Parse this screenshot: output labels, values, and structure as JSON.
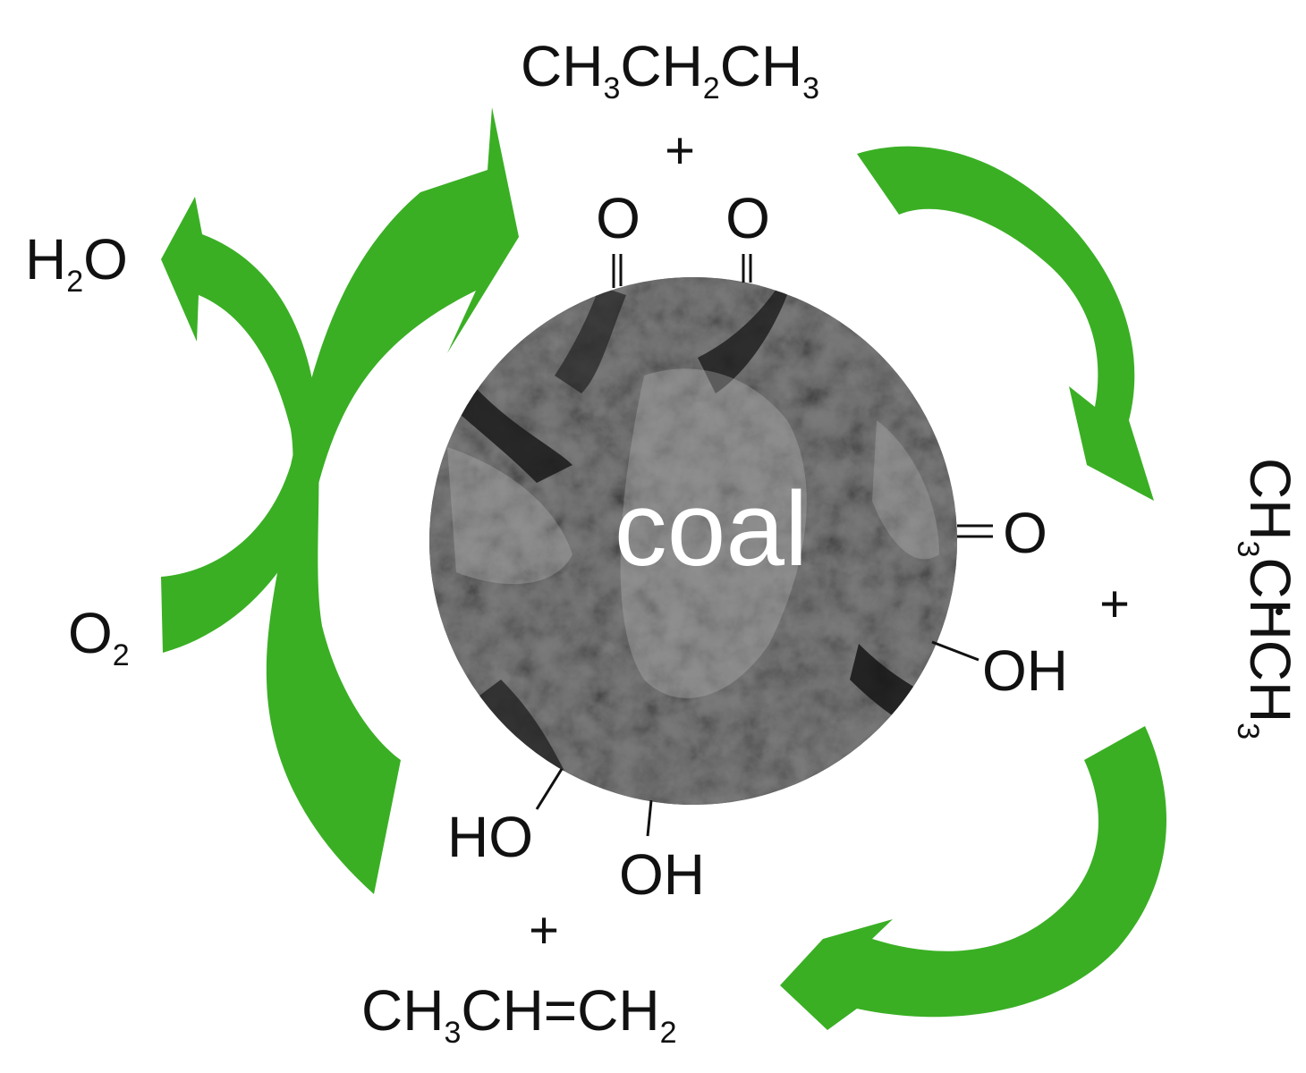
{
  "colors": {
    "arrow": "#3aaf24",
    "text": "#111111",
    "coal_label": "#ffffff",
    "background": "#ffffff"
  },
  "labels": {
    "center": "coal",
    "propane": {
      "part1": "CH",
      "sub1": "3",
      "part2": "CH",
      "sub2": "2",
      "part3": "CH",
      "sub3": "3"
    },
    "plus_top": "+",
    "carbonyl_left": "O",
    "carbonyl_right": "O",
    "carbonyl_side": "O",
    "hydroxyl_right": "OH",
    "hydroxyl_bottom_left": "HO",
    "hydroxyl_bottom": "OH",
    "plus_right": "+",
    "radical": {
      "part1": "CH",
      "sub1": "3",
      "part2": "CHCH",
      "sub2": "3"
    },
    "plus_bottom": "+",
    "propene": {
      "part1": "CH",
      "sub1": "3",
      "part2": "CH=CH",
      "sub2": "2"
    },
    "water": {
      "part1": "H",
      "sub1": "2",
      "part2": "O"
    },
    "oxygen": {
      "part1": "O",
      "sub1": "2"
    }
  },
  "icons": [
    "cycle-arrow-icon",
    "coal-particle-image"
  ]
}
